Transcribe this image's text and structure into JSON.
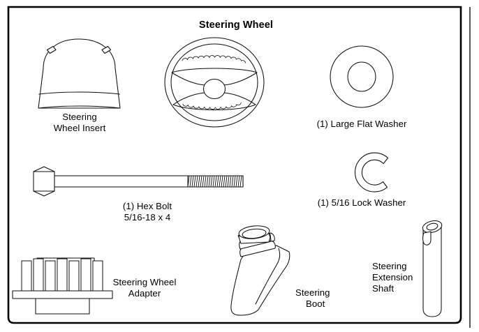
{
  "page": {
    "title": "Steering Wheel",
    "background_color": "#ffffff",
    "ink_color": "#0d0d0d",
    "border_color": "#000000"
  },
  "parts": {
    "insert": {
      "label_line1": "Steering",
      "label_line2": "Wheel Insert"
    },
    "wheel": {
      "label": "Steering Wheel"
    },
    "flat_washer": {
      "label": "(1) Large Flat Washer",
      "quantity": "(1)"
    },
    "lock_washer": {
      "label": "(1) 5/16 Lock Washer",
      "quantity": "(1)",
      "size": "5/16"
    },
    "hex_bolt": {
      "label_line1": "(1) Hex Bolt",
      "label_line2": "5/16-18 x 4",
      "quantity": "(1)",
      "spec": "5/16-18 x 4"
    },
    "adapter": {
      "label_line1": "Steering Wheel",
      "label_line2": "Adapter"
    },
    "boot": {
      "label_line1": "Steering",
      "label_line2": "Boot"
    },
    "extension_shaft": {
      "label_line1": "Steering",
      "label_line2": "Extension",
      "label_line3": "Shaft"
    }
  }
}
